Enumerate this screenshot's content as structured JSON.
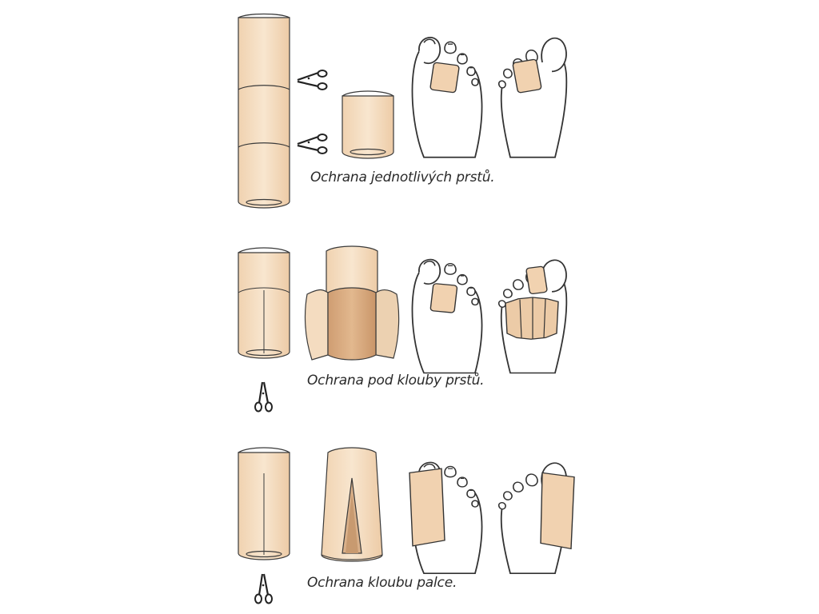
{
  "captions": {
    "individual_toes": "Ochrana jednotlivých prstů.",
    "under_toe_joints": "Ochrana pod klouby prstů.",
    "thumb_joint": "Ochrana kloubu palce."
  },
  "colors": {
    "tube": "#f4dcc0",
    "tube_dark": "#e9c9a6",
    "tube_shade": "#d6a77c",
    "outline": "#3a3a3a",
    "background": "#ffffff"
  },
  "icons": [
    "scissors-icon"
  ]
}
